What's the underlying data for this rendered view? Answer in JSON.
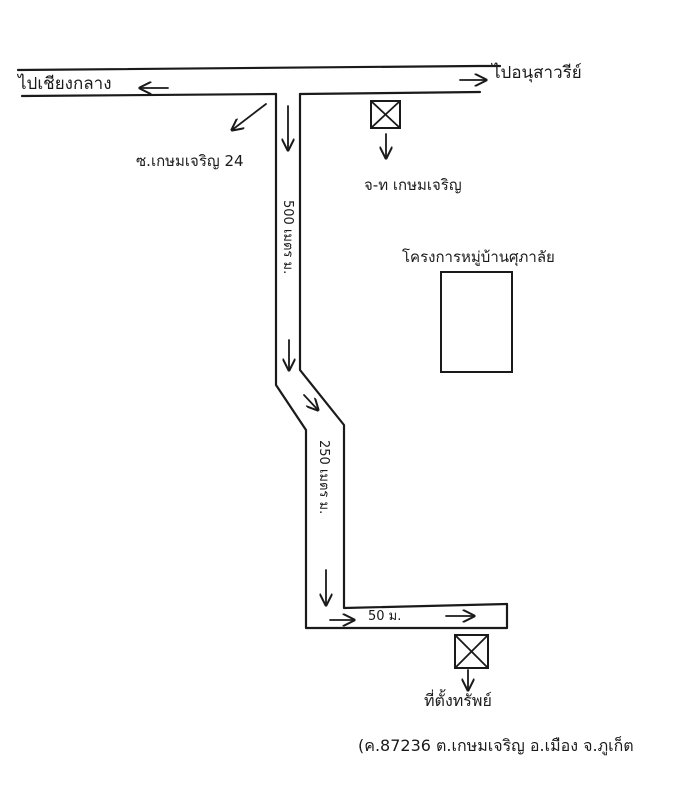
{
  "labels": {
    "to_left_place": "ไปเชียงกลาง",
    "to_right_place": "ไปอนุสาวรีย์",
    "left_branch_road": "ซ.เกษมเจริญ 24",
    "store_box_label": "จ-ท เกษมเจริญ",
    "office_label": "โครงการหมู่บ้านศุภาลัย",
    "vertical_distance_1": "500 เมตร ม.",
    "vertical_distance_2": "250 เมตร ม.",
    "bottom_distance": "50 ม.",
    "destination_label": "ที่ตั้งทรัพย์",
    "address_line": "(ค.87236 ต.เกษมเจริญ อ.เมือง จ.ภูเก็ต"
  }
}
